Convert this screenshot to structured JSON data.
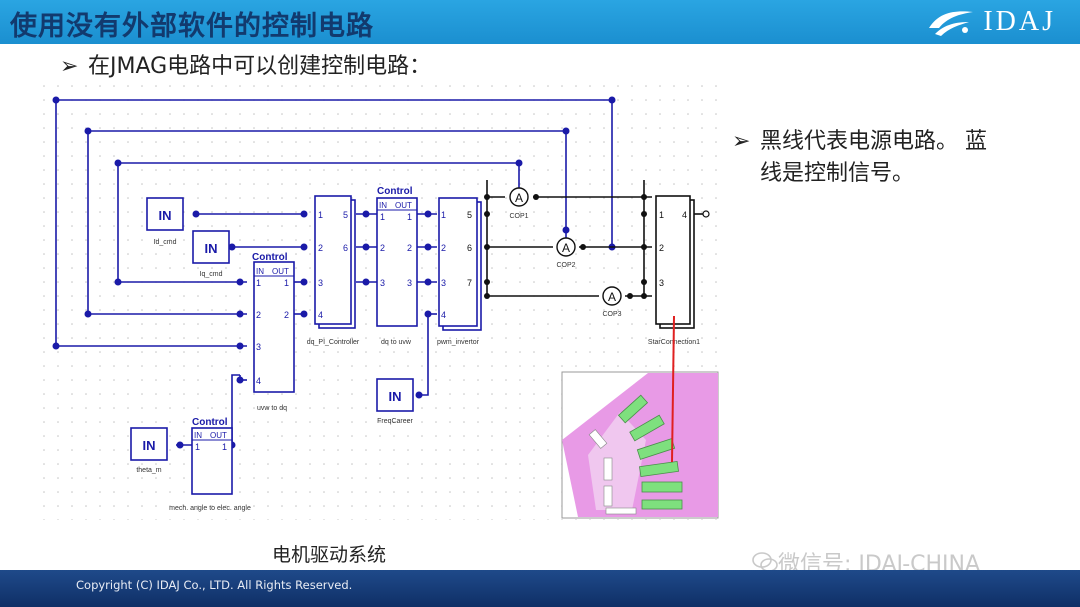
{
  "header": {
    "title": "使用没有外部软件的控制电路",
    "logo_text": "IDAJ"
  },
  "bullets": {
    "intro": "在JMAG电路中可以创建控制电路：",
    "legend_line1": "黑线代表电源电路。 蓝",
    "legend_line2": "线是控制信号。"
  },
  "diagram": {
    "in_label": "IN",
    "control_title": "Control",
    "port_in": "IN",
    "port_out": "OUT",
    "inputs": [
      "Id_cmd",
      "Iq_cmd",
      "theta_m",
      "FreqCareer"
    ],
    "blocks": [
      "dq_PI_Controller",
      "dq to uvw",
      "pwm_invertor",
      "uvw to dq",
      "mech. angle to elec. angle",
      "StarConnection1"
    ],
    "meters": [
      "COP1",
      "COP2",
      "COP3"
    ],
    "meter_symbol": "A",
    "pins": [
      "1",
      "2",
      "3",
      "4",
      "5",
      "6",
      "7"
    ]
  },
  "caption": "电机驱动系统",
  "watermark": "微信号: IDAJ-CHINA",
  "footer": {
    "copyright": "Copyright (C) IDAJ Co., LTD. All Rights Reserved."
  },
  "colors": {
    "header_blue": "#1b8fd0",
    "title_navy": "#123a6e",
    "control_line": "#1a1aa8",
    "power_line": "#111111",
    "motor_pink": "#e89ae6",
    "coil_green": "#7ee07e",
    "footer_navy": "#12346e"
  }
}
